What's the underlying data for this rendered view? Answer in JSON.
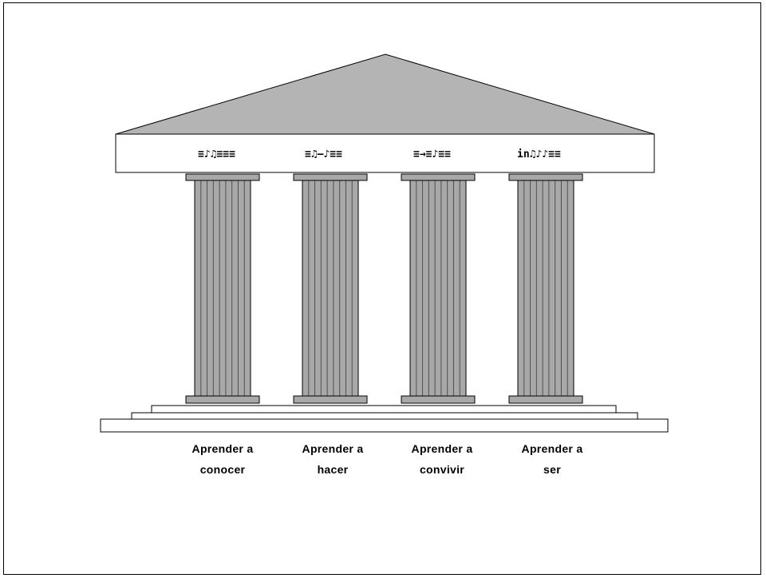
{
  "colors": {
    "roof_fill": "#b4b4b4",
    "column_fill": "#a8a8a8",
    "column_flute": "#505050",
    "outline": "#000000",
    "background": "#ffffff"
  },
  "entablature_labels": [
    "≡♪♫≡≡≡",
    "≡♫–♪≡≡",
    "≡→≡♪≡≡",
    "in♫♪♪≡≡"
  ],
  "pillars": [
    {
      "line1": "Aprender a",
      "line2": "conocer"
    },
    {
      "line1": "Aprender a",
      "line2": "hacer"
    },
    {
      "line1": "Aprender a",
      "line2": "convivir"
    },
    {
      "line1": "Aprender a",
      "line2": "ser"
    }
  ]
}
